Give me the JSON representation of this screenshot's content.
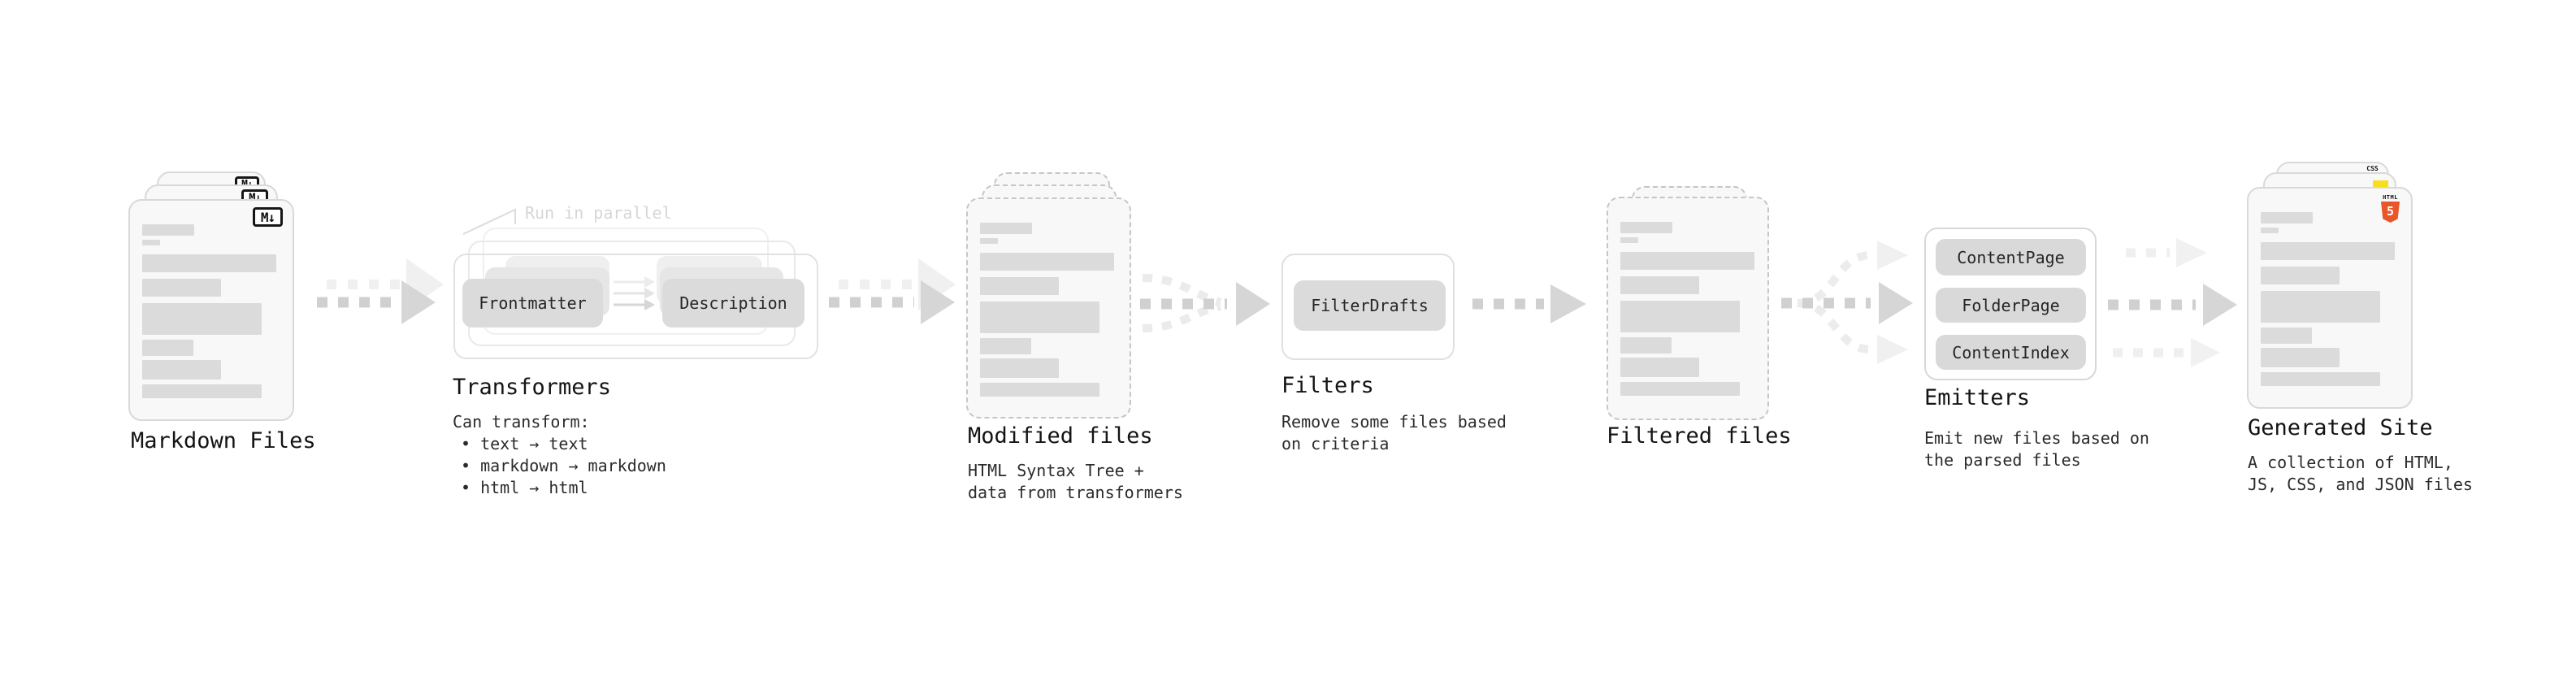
{
  "diagram": {
    "stages": [
      {
        "title": "Markdown Files"
      },
      {
        "title": "Transformers",
        "annotation": "Run in parallel",
        "pills": [
          "Frontmatter",
          "Description"
        ],
        "desc": [
          "Can transform:",
          "• text → text",
          "• markdown → markdown",
          "• html → html"
        ]
      },
      {
        "title": "Modified files",
        "desc": [
          "HTML Syntax Tree +",
          "data from transformers"
        ]
      },
      {
        "title": "Filters",
        "pills": [
          "FilterDrafts"
        ],
        "desc": [
          "Remove some files based",
          "on criteria"
        ]
      },
      {
        "title": "Filtered files"
      },
      {
        "title": "Emitters",
        "pills": [
          "ContentPage",
          "FolderPage",
          "ContentIndex"
        ],
        "desc": [
          "Emit new files based on",
          "the parsed files"
        ]
      },
      {
        "title": "Generated Site",
        "desc": [
          "A collection of HTML,",
          "JS, CSS, and JSON files"
        ]
      }
    ],
    "file_badges": {
      "markdown": "M↓",
      "html_label": "HTML",
      "html_number": "5",
      "css_label": "CSS"
    },
    "colors": {
      "html5_orange": "#e8562a",
      "js_yellow": "#f7df1e",
      "css_blue": "#2e6de5",
      "arrow_main": "#d0d0d0",
      "arrow_light": "#f0f0f0",
      "doc_border": "#d9d9d9",
      "bar_fill": "#dbdbdb",
      "background": "#ffffff"
    }
  }
}
